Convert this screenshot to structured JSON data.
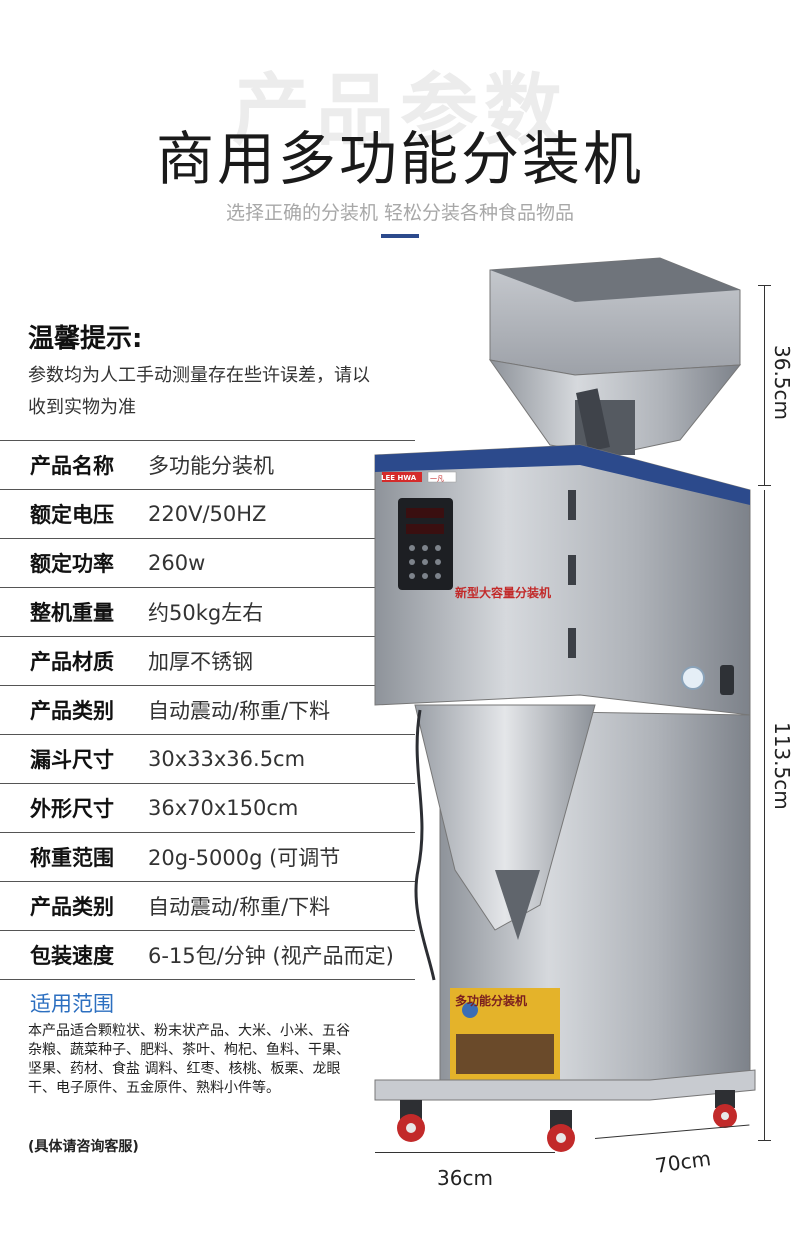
{
  "header": {
    "watermark": "产品参数",
    "title": "商用多功能分装机",
    "subtitle": "选择正确的分装机 轻松分装各种食品物品"
  },
  "tips": {
    "title": "温馨提示:",
    "text": "参数均为人工手动测量存在些许误差，请以收到实物为准"
  },
  "specs": [
    {
      "key": "产品名称",
      "value": "多功能分装机"
    },
    {
      "key": "额定电压",
      "value": "220V/50HZ"
    },
    {
      "key": "额定功率",
      "value": "260w"
    },
    {
      "key": "整机重量",
      "value": "约50kg左右"
    },
    {
      "key": "产品材质",
      "value": "加厚不锈钢"
    },
    {
      "key": "产品类别",
      "value": "自动震动/称重/下料"
    },
    {
      "key": "漏斗尺寸",
      "value": "30x33x36.5cm"
    },
    {
      "key": "外形尺寸",
      "value": "36x70x150cm"
    },
    {
      "key": "称重范围",
      "value": "20g-5000g (可调节"
    },
    {
      "key": "产品类别",
      "value": "自动震动/称重/下料"
    },
    {
      "key": "包装速度",
      "value": "6-15包/分钟 (视产品而定)"
    }
  ],
  "scope": {
    "title": "适用范围",
    "text": "本产品适合颗粒状、粉末状产品、大米、小米、五谷杂粮、蔬菜种子、肥料、茶叶、枸杞、鱼料、干果、坚果、药材、食盐 调料、红枣、核桃、板栗、龙眼干、电子原件、五金原件、熟料小件等。",
    "note": "(具体请咨询客服)"
  },
  "dimensions": {
    "hopper_height": "36.5cm",
    "body_height": "113.5cm",
    "width": "36cm",
    "depth": "70cm"
  },
  "machine": {
    "brand_label": "LEE HWA",
    "brand_tag": "一凡",
    "side_label": "新型大容量分装机",
    "sticker_text": "多功能分装机"
  },
  "colors": {
    "accent_blue": "#2c4a8c",
    "scope_blue": "#2c6fc0",
    "steel": "#b8bcc2"
  }
}
